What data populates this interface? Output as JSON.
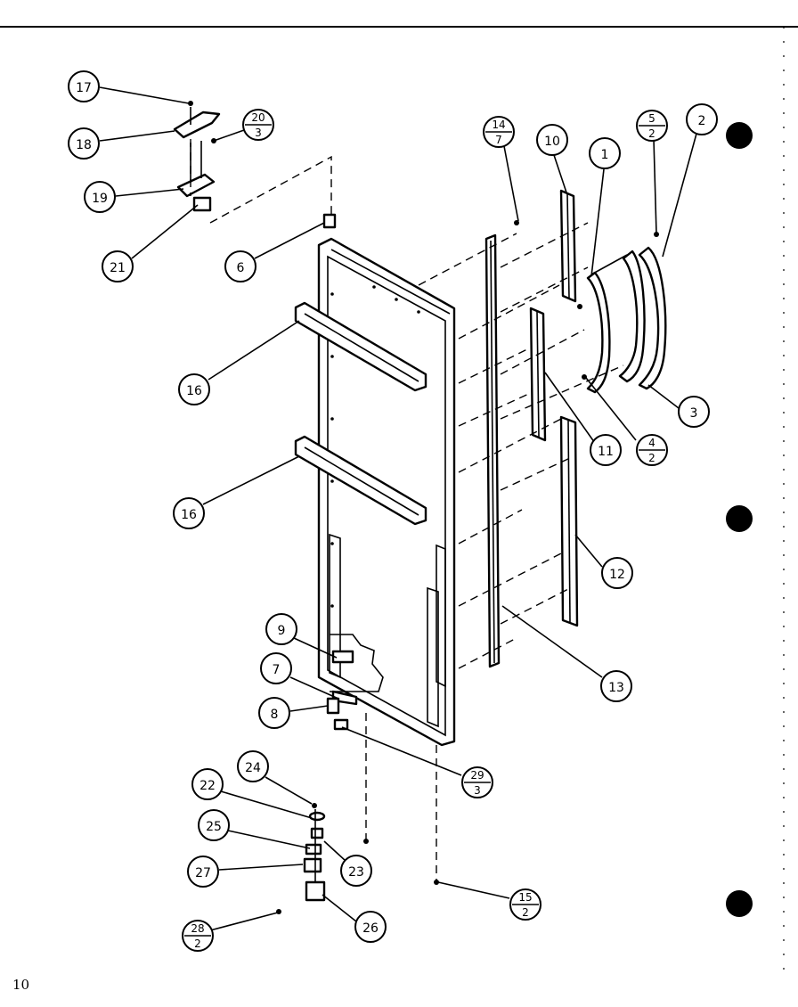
{
  "page_number": "10",
  "callouts": [
    {
      "id": "c17",
      "label": "17"
    },
    {
      "id": "c18",
      "label": "18"
    },
    {
      "id": "c19",
      "label": "19"
    },
    {
      "id": "c20",
      "label": "20",
      "sub": "3"
    },
    {
      "id": "c21",
      "label": "21"
    },
    {
      "id": "c6",
      "label": "6"
    },
    {
      "id": "c14",
      "label": "14",
      "sub": "7"
    },
    {
      "id": "c10",
      "label": "10"
    },
    {
      "id": "c1",
      "label": "1"
    },
    {
      "id": "c5",
      "label": "5",
      "sub": "2"
    },
    {
      "id": "c2",
      "label": "2"
    },
    {
      "id": "c3",
      "label": "3"
    },
    {
      "id": "c4",
      "label": "4",
      "sub": "2"
    },
    {
      "id": "c11",
      "label": "11"
    },
    {
      "id": "c16a",
      "label": "16"
    },
    {
      "id": "c16b",
      "label": "16"
    },
    {
      "id": "c12",
      "label": "12"
    },
    {
      "id": "c13",
      "label": "13"
    },
    {
      "id": "c9",
      "label": "9"
    },
    {
      "id": "c7",
      "label": "7"
    },
    {
      "id": "c8",
      "label": "8"
    },
    {
      "id": "c29",
      "label": "29",
      "sub": "3"
    },
    {
      "id": "c24",
      "label": "24"
    },
    {
      "id": "c22",
      "label": "22"
    },
    {
      "id": "c25",
      "label": "25"
    },
    {
      "id": "c23",
      "label": "23"
    },
    {
      "id": "c27",
      "label": "27"
    },
    {
      "id": "c15",
      "label": "15",
      "sub": "2"
    },
    {
      "id": "c28",
      "label": "28",
      "sub": "2"
    },
    {
      "id": "c26",
      "label": "26"
    }
  ]
}
